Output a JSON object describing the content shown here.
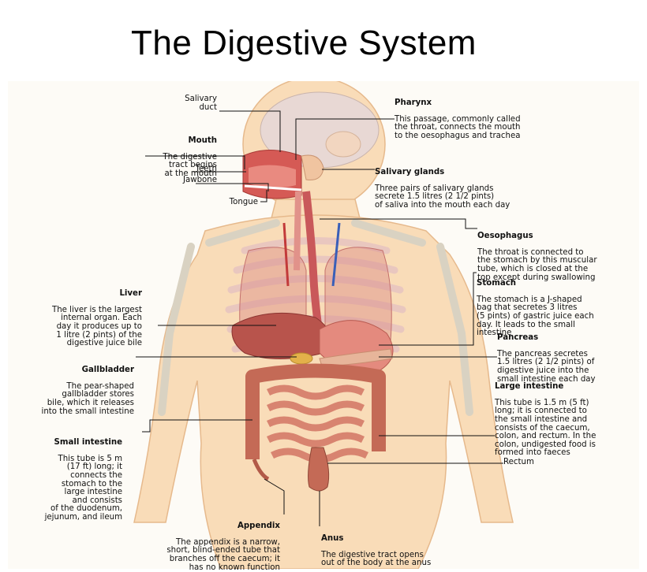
{
  "title": "The Digestive System",
  "labels": {
    "salivary_duct": "Salivary\nduct",
    "mouth": {
      "heading": "Mouth",
      "text": "The digestive\ntract begins\nat the mouth"
    },
    "teeth": "Teeth",
    "jawbone": "Jawbone",
    "tongue": "Tongue",
    "pharynx": {
      "heading": "Pharynx",
      "text": "This passage, commonly called\nthe throat, connects the mouth\nto the oesophagus and trachea"
    },
    "salivary_glands": {
      "heading": "Salivary glands",
      "text": "Three pairs of salivary glands\nsecrete 1.5 litres (2 1/2 pints)\nof saliva into the mouth each day"
    },
    "oesophagus": {
      "heading": "Oesophagus",
      "text": "The throat is connected to\nthe stomach by this muscular\ntube, which is closed at the\ntop except during swallowing"
    },
    "liver": {
      "heading": "Liver",
      "text": "The liver is the largest\ninternal organ. Each\nday it produces up to\n1 litre (2 pints) of the\ndigestive juice bile"
    },
    "stomach": {
      "heading": "Stomach",
      "text": "The stomach is a J-shaped\nbag that secretes 3 litres\n(5 pints) of gastric juice each\nday. It leads to the small\nintestine"
    },
    "pancreas": {
      "heading": "Pancreas",
      "text": "The pancreas secretes\n1.5 litres (2 1/2 pints) of\ndigestive juice into the\nsmall intestine each day"
    },
    "gallbladder": {
      "heading": "Gallbladder",
      "text": "The pear-shaped\ngallbladder stores\nbile, which it releases\ninto the small intestine"
    },
    "large_intestine": {
      "heading": "Large intestine",
      "text": "This tube is 1.5 m (5 ft)\nlong; it is connected to\nthe small intestine and\nconsists of the caecum,\ncolon, and rectum. In the\ncolon, undigested food is\nformed into faeces"
    },
    "small_intestine": {
      "heading": "Small intestine",
      "text": "This tube is 5 m\n(17 ft) long; it\nconnects the\nstomach to the\nlarge intestine\nand consists\nof the duodenum,\njejunum, and ileum"
    },
    "rectum": "Rectum",
    "appendix": {
      "heading": "Appendix",
      "text": "The appendix is a narrow,\nshort, blind-ended tube that\nbranches off the caecum; it\nhas no known function"
    },
    "anus": {
      "heading": "Anus",
      "text": "The digestive tract opens\nout of the body at the anus"
    }
  }
}
